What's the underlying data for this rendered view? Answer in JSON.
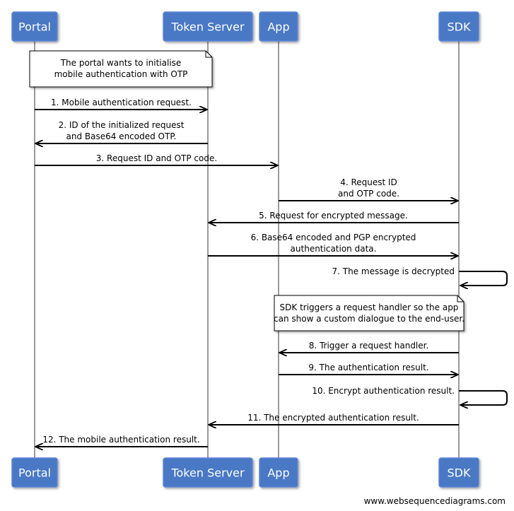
{
  "participants": [
    {
      "id": "portal",
      "label": "Portal"
    },
    {
      "id": "token",
      "label": "Token Server"
    },
    {
      "id": "app",
      "label": "App"
    },
    {
      "id": "sdk",
      "label": "SDK"
    }
  ],
  "notes": [
    {
      "id": "note1",
      "lines": [
        "The portal wants to initialise",
        "mobile authentication with OTP"
      ]
    },
    {
      "id": "note2",
      "lines": [
        "SDK triggers a request handler so the app",
        "can show a custom dialogue to the end-user."
      ]
    }
  ],
  "messages": [
    {
      "from": "portal",
      "to": "token",
      "lines": [
        "1. Mobile authentication request."
      ]
    },
    {
      "from": "token",
      "to": "portal",
      "lines": [
        "2. ID of the initialized request",
        "and Base64 encoded OTP."
      ]
    },
    {
      "from": "portal",
      "to": "app",
      "lines": [
        "3. Request ID and OTP code."
      ]
    },
    {
      "from": "app",
      "to": "sdk",
      "lines": [
        "4. Request ID",
        "and OTP code."
      ]
    },
    {
      "from": "sdk",
      "to": "token",
      "lines": [
        "5. Request for encrypted message."
      ]
    },
    {
      "from": "token",
      "to": "sdk",
      "lines": [
        "6. Base64 encoded and PGP encrypted",
        "authentication data."
      ]
    },
    {
      "from": "sdk",
      "to": "sdk",
      "lines": [
        "7. The message is decrypted"
      ]
    },
    {
      "from": "sdk",
      "to": "app",
      "lines": [
        "8. Trigger a request handler."
      ]
    },
    {
      "from": "app",
      "to": "sdk",
      "lines": [
        "9. The authentication result."
      ]
    },
    {
      "from": "sdk",
      "to": "sdk",
      "lines": [
        "10. Encrypt authentication result."
      ]
    },
    {
      "from": "sdk",
      "to": "token",
      "lines": [
        "11. The encrypted authentication result."
      ]
    },
    {
      "from": "token",
      "to": "portal",
      "lines": [
        "12. The mobile authentication result."
      ]
    }
  ],
  "footer": "www.websequencediagrams.com",
  "colors": {
    "actor_fill": "#4a78c5",
    "actor_stroke": "#5b86d6",
    "lifeline": "#9a9a9a",
    "note_fill": "#ffffff"
  }
}
